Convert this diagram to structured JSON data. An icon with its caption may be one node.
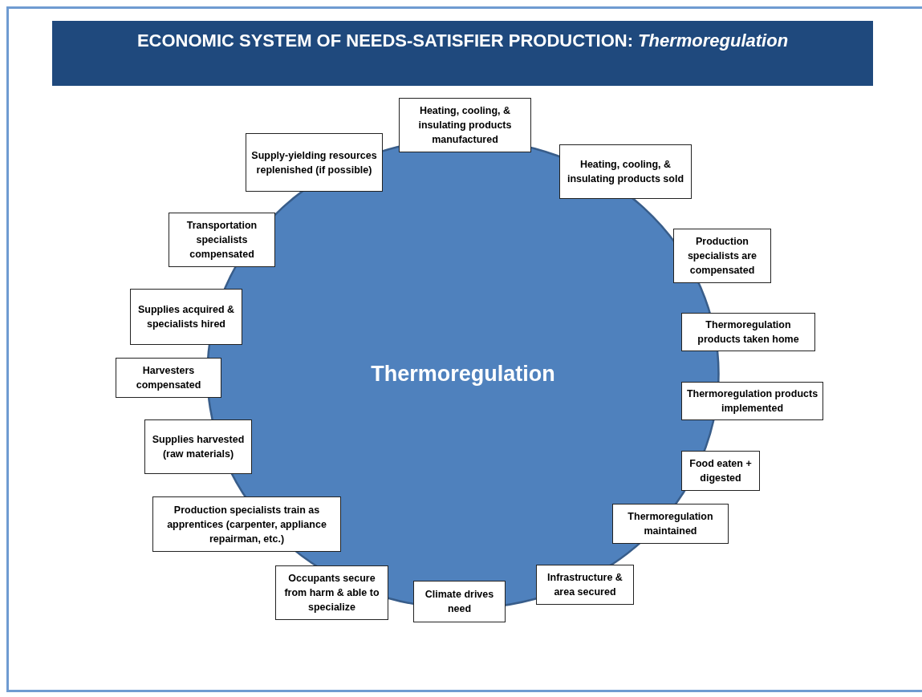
{
  "diagram": {
    "title": "ECONOMIC SYSTEM OF NEEDS-SATISFIER PRODUCTION: *Thermoregulation*",
    "nodes": [
      {
        "text": [
          "Thermoregulation"
        ]
      },
      {
        "text": [
          "Heating, cooling, & insulating products manufactured"
        ]
      },
      {
        "text": [
          "Heating, cooling, & insulating products sold"
        ]
      },
      {
        "text": [
          "Production specialists are compensated"
        ]
      },
      {
        "text": [
          "Thermoregulation products taken home"
        ]
      },
      {
        "text": [
          "Thermoregulation products implemented"
        ]
      },
      {
        "text": [
          "Food eaten + digested"
        ]
      },
      {
        "text": [
          "Thermoregulation maintained"
        ]
      },
      {
        "text": [
          "Infrastructure & area secured"
        ]
      },
      {
        "text": [
          "Climate drives need"
        ]
      },
      {
        "text": [
          "Occupants secure from harm & able to specialize"
        ]
      },
      {
        "text": [
          "Production specialists train as apprentices (carpenter, appliance repairman, etc.)"
        ]
      },
      {
        "text": [
          "Supplies harvested (raw materials)"
        ]
      },
      {
        "text": [
          "Harvesters compensated"
        ]
      },
      {
        "text": [
          "Supplies acquired & specialists hired"
        ]
      },
      {
        "text": [
          "Transportation specialists compensated"
        ]
      },
      {
        "text": [
          "Supply-yielding resources replenished (if possible)"
        ]
      }
    ]
  }
}
